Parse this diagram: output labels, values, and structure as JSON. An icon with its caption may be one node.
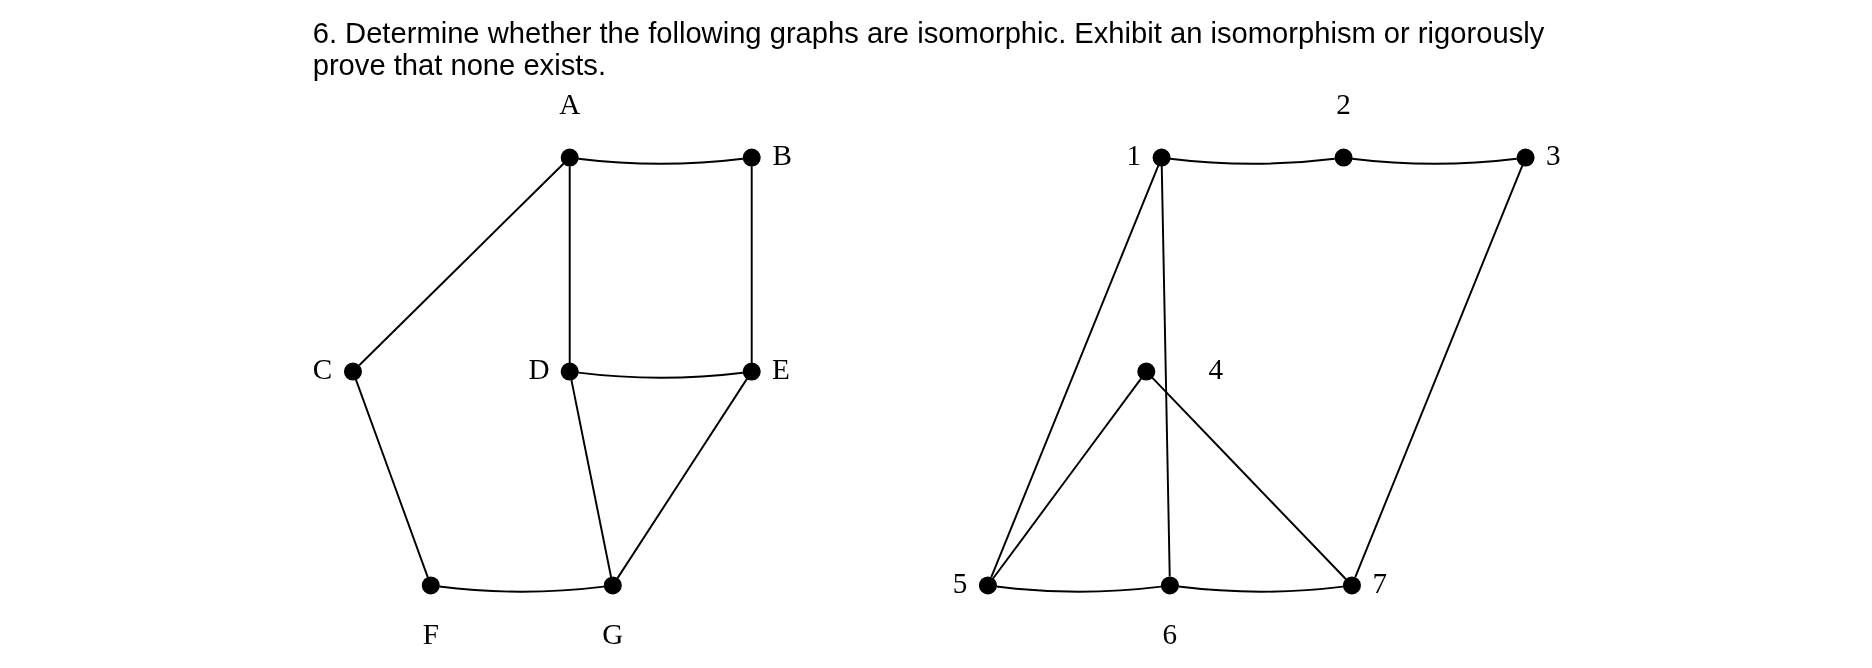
{
  "diagram": {
    "title": "6. Determine whether the following graphs are isomorphic. Exhibit an isomorphism or rigorously prove that none exists.",
    "nodes": [
      {
        "text": [],
        "shape": "circle",
        "beside": [
          "A"
        ]
      },
      {
        "text": [],
        "shape": "circle",
        "beside": [
          "B"
        ]
      },
      {
        "text": [],
        "shape": "circle",
        "beside": [
          "C"
        ]
      },
      {
        "text": [],
        "shape": "circle",
        "beside": [
          "D"
        ]
      },
      {
        "text": [],
        "shape": "circle",
        "beside": [
          "E"
        ]
      },
      {
        "text": [],
        "shape": "circle",
        "beside": [
          "F"
        ]
      },
      {
        "text": [],
        "shape": "circle",
        "beside": [
          "G"
        ]
      },
      {
        "text": [],
        "shape": "circle",
        "beside": [
          "1"
        ]
      },
      {
        "text": [],
        "shape": "circle",
        "beside": [
          "2"
        ]
      },
      {
        "text": [],
        "shape": "circle",
        "beside": [
          "3"
        ]
      },
      {
        "text": [],
        "shape": "circle",
        "beside": [
          "4"
        ]
      },
      {
        "text": [],
        "shape": "circle",
        "beside": [
          "5"
        ]
      },
      {
        "text": [],
        "shape": "circle",
        "beside": [
          "6"
        ]
      },
      {
        "text": [],
        "shape": "circle",
        "beside": [
          "7"
        ]
      }
    ],
    "edges": [
      {
        "from": 0,
        "to": 1,
        "arrow": "none"
      },
      {
        "from": 0,
        "to": 2,
        "arrow": "none"
      },
      {
        "from": 0,
        "to": 3,
        "arrow": "none"
      },
      {
        "from": 1,
        "to": 4,
        "arrow": "none"
      },
      {
        "from": 2,
        "to": 5,
        "arrow": "none"
      },
      {
        "from": 3,
        "to": 4,
        "arrow": "none"
      },
      {
        "from": 3,
        "to": 6,
        "arrow": "none"
      },
      {
        "from": 4,
        "to": 6,
        "arrow": "none"
      },
      {
        "from": 5,
        "to": 6,
        "arrow": "none"
      },
      {
        "from": 7,
        "to": 8,
        "arrow": "none"
      },
      {
        "from": 8,
        "to": 9,
        "arrow": "none"
      },
      {
        "from": 7,
        "to": 11,
        "arrow": "none"
      },
      {
        "from": 7,
        "to": 12,
        "arrow": "none"
      },
      {
        "from": 9,
        "to": 13,
        "arrow": "none"
      },
      {
        "from": 10,
        "to": 11,
        "arrow": "none"
      },
      {
        "from": 10,
        "to": 13,
        "arrow": "none"
      },
      {
        "from": 11,
        "to": 12,
        "arrow": "none"
      },
      {
        "from": 12,
        "to": 13,
        "arrow": "none"
      }
    ]
  }
}
